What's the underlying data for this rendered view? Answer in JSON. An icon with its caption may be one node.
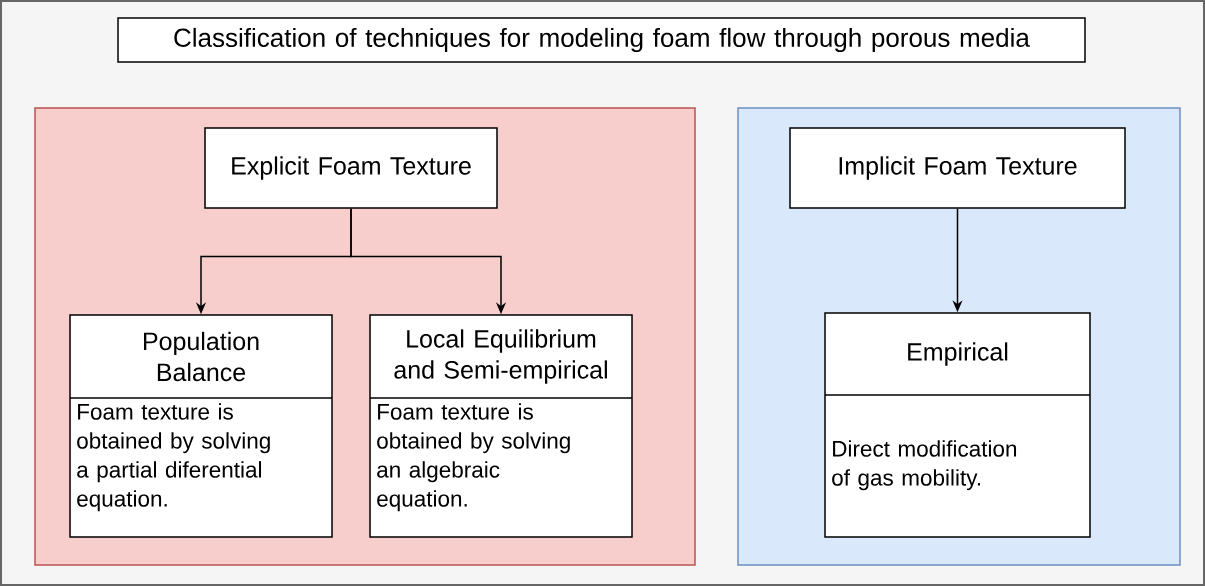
{
  "diagram": {
    "nodes": [
      {
        "text": [
          "Classification of techniques for modeling foam flow through porous media"
        ]
      },
      {
        "text": [],
        "shape": "box"
      },
      {
        "text": [],
        "shape": "box"
      },
      {
        "text": [
          "Explicit Foam Texture"
        ],
        "in": 1
      },
      {
        "text": [
          "Population Balance",
          "Foam texture is obtained by solving a partial diferential equation."
        ],
        "in": 1
      },
      {
        "text": [
          "Local Equilibrium and Semi-empirical",
          "Foam texture is obtained by solving an algebraic equation."
        ],
        "in": 1
      },
      {
        "text": [
          "Implicit Foam Texture"
        ],
        "in": 2
      },
      {
        "text": [
          "Empirical",
          "Direct modification of gas mobility."
        ],
        "in": 2
      }
    ],
    "edges": [
      {
        "from": 3,
        "to": 4,
        "arrow": "to"
      },
      {
        "from": 3,
        "to": 5,
        "arrow": "to"
      },
      {
        "from": 6,
        "to": 7,
        "arrow": "to"
      }
    ]
  }
}
